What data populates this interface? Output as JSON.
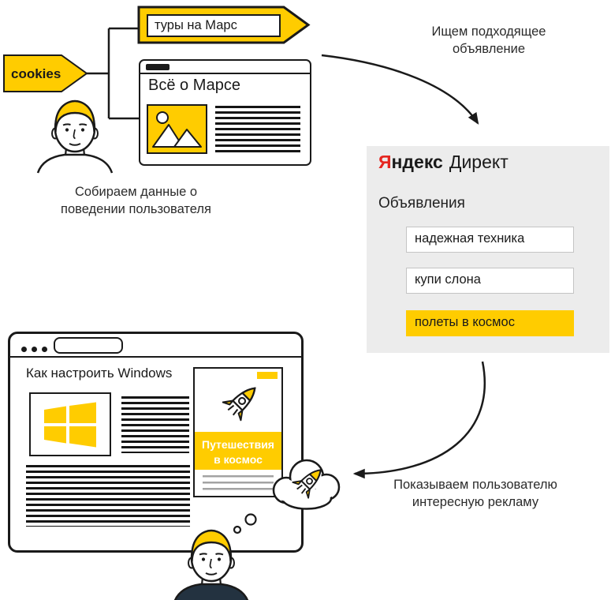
{
  "colors": {
    "yellow": "#ffcc00",
    "ink": "#1a1a1a",
    "panel_gray": "#ececec",
    "yandex_red": "#e52620"
  },
  "cookies_tag": {
    "label": "cookies"
  },
  "search_banner": {
    "query": "туры на Марс"
  },
  "mars_browser": {
    "title": "Всё о Марсе"
  },
  "captions": {
    "collect": "Собираем данные о\nповедении пользователя",
    "find": "Ищем подходящее\nобъявление",
    "show": "Показываем пользователю\nинтересную рекламу"
  },
  "direct_panel": {
    "logo": {
      "ya": "Я",
      "ndeks": "ндекс",
      "direct": "Директ"
    },
    "ads_heading": "Объявления",
    "ads": [
      {
        "label": "надежная техника",
        "highlighted": false
      },
      {
        "label": "купи слона",
        "highlighted": false
      },
      {
        "label": "полеты в космос",
        "highlighted": true
      }
    ]
  },
  "windows_browser": {
    "title": "Как настроить Windows",
    "ad_banner": {
      "text": "Путешествия\nв космос"
    }
  }
}
